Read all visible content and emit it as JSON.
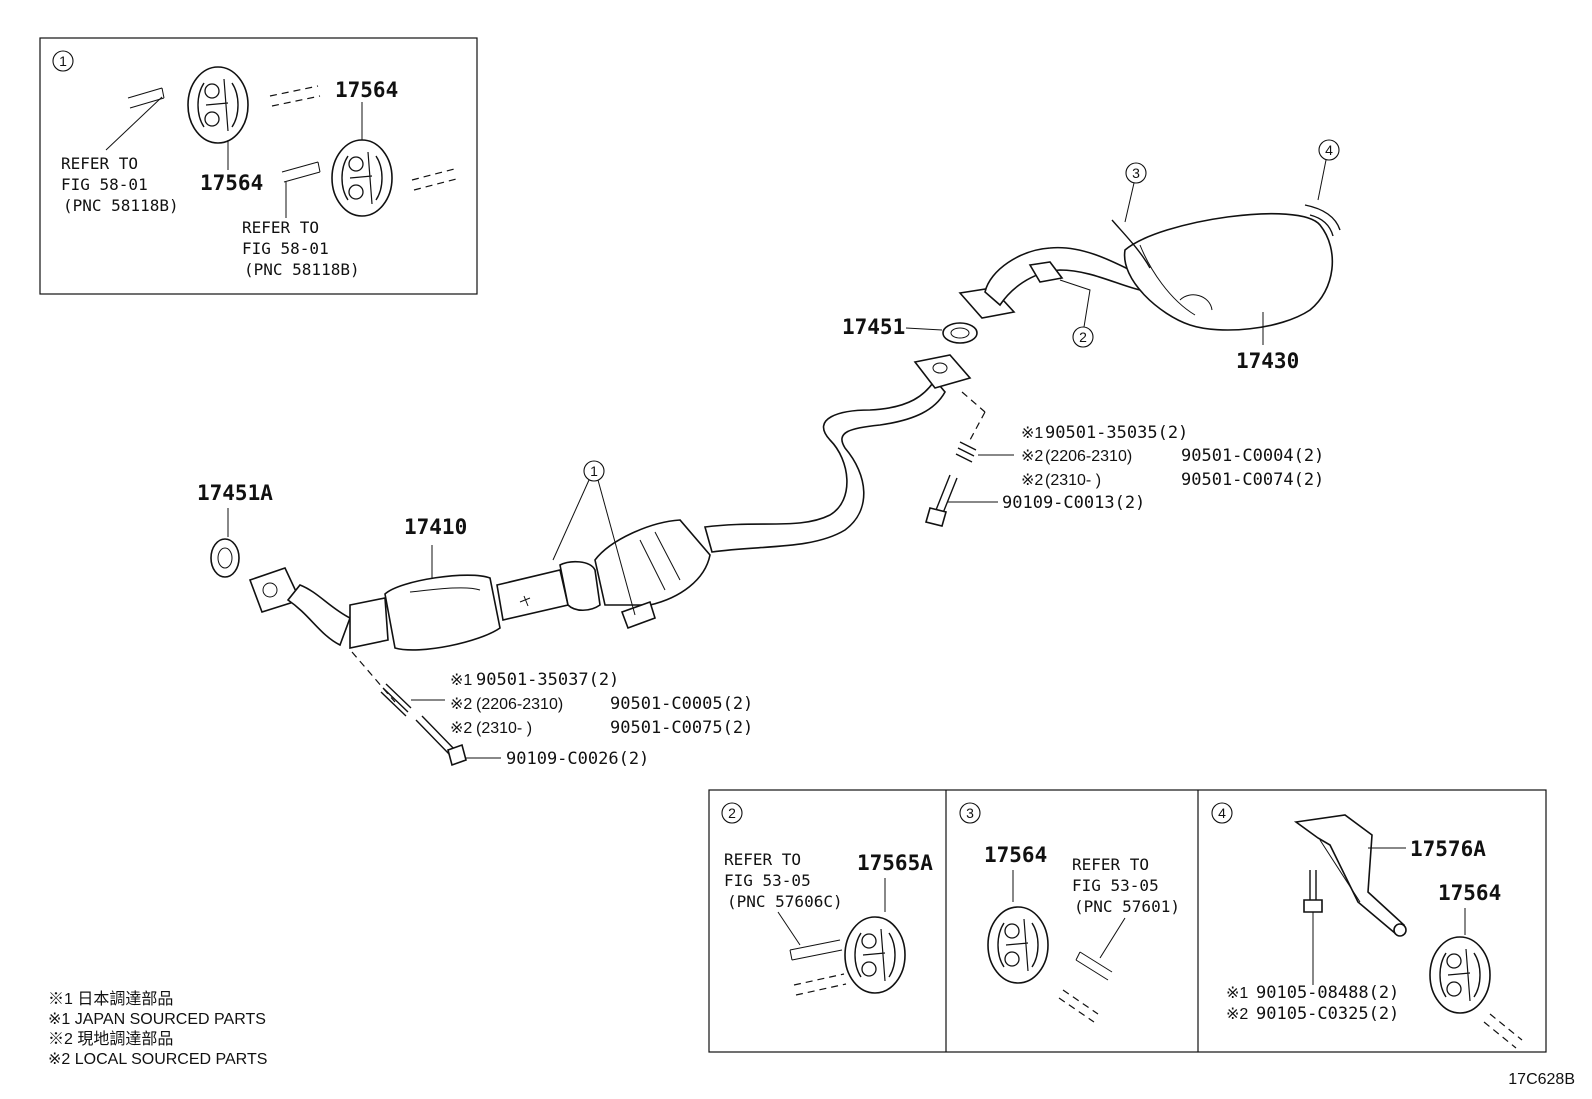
{
  "figure_code": "17C628B",
  "callouts": [
    "1",
    "2",
    "3",
    "4"
  ],
  "main": {
    "p17451A": "17451A",
    "p17410": "17410",
    "p17451": "17451",
    "p17430": "17430",
    "front_bolts": {
      "r1_mark": "※1",
      "r1_pn": "90501-35037(2)",
      "r2_mark": "※2",
      "r2_range": "(2206-2310)",
      "r2_pn": "90501-C0005(2)",
      "r3_mark": "※2",
      "r3_range": "(2310-      )",
      "r3_pn": "90501-C0075(2)",
      "bolt_pn": "90109-C0026(2)"
    },
    "rear_bolts": {
      "r1_mark": "※1",
      "r1_pn": "90501-35035(2)",
      "r2_mark": "※2",
      "r2_range": "(2206-2310)",
      "r2_pn": "90501-C0004(2)",
      "r3_mark": "※2",
      "r3_range": "(2310-      )",
      "r3_pn": "90501-C0074(2)",
      "bolt_pn": "90109-C0013(2)"
    }
  },
  "inset1": {
    "callout": "1",
    "pn_a": "17564",
    "pn_b": "17564",
    "ref_a": [
      "REFER TO",
      "FIG 58-01",
      "(PNC 58118B)"
    ],
    "ref_b": [
      "REFER TO",
      "FIG 58-01",
      "(PNC 58118B)"
    ]
  },
  "inset2": {
    "callout": "2",
    "pn": "17565A",
    "ref": [
      "REFER TO",
      "FIG 53-05",
      "(PNC 57606C)"
    ]
  },
  "inset3": {
    "callout": "3",
    "pn": "17564",
    "ref": [
      "REFER TO",
      "FIG 53-05",
      "(PNC 57601)"
    ]
  },
  "inset4": {
    "callout": "4",
    "pn_bracket": "17576A",
    "pn_hanger": "17564",
    "bolt1_mark": "※1",
    "bolt1_pn": "90105-08488(2)",
    "bolt2_mark": "※2",
    "bolt2_pn": "90105-C0325(2)"
  },
  "legend": [
    "※1  日本調達部品",
    "※1  JAPAN SOURCED PARTS",
    "※2  現地調達部品",
    "※2  LOCAL SOURCED PARTS"
  ]
}
